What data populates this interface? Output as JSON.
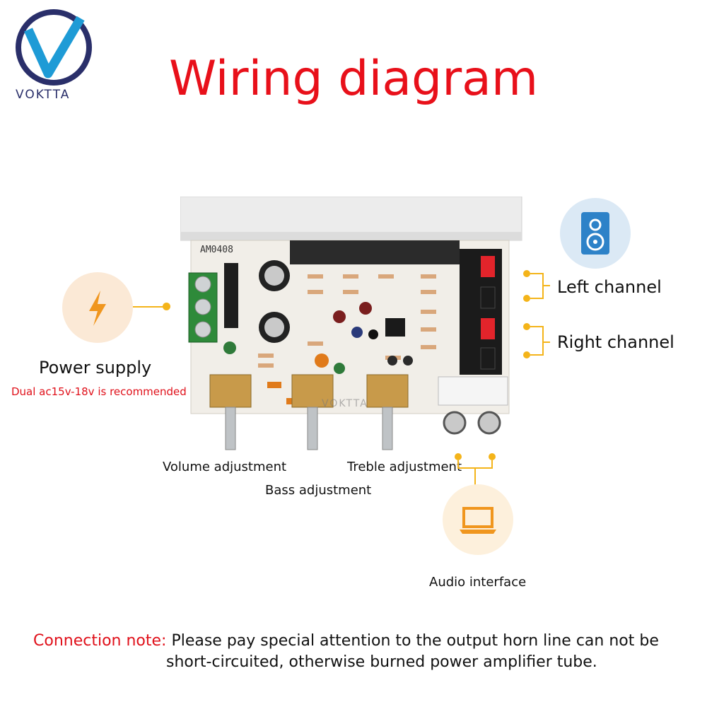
{
  "brand": {
    "name": "VOKTTA"
  },
  "title": "Wiring diagram",
  "board": {
    "model": "AM0408",
    "watermark": "VOKTTA"
  },
  "power": {
    "label": "Power supply",
    "note": "Dual ac15v-18v is recommended",
    "icon": "lightning-icon"
  },
  "channels": {
    "left": "Left channel",
    "right": "Right channel",
    "icon": "speaker-icon"
  },
  "controls": {
    "volume": "Volume adjustment",
    "bass": "Bass adjustment",
    "treble": "Treble adjustment"
  },
  "audio": {
    "label": "Audio interface",
    "icon": "laptop-icon"
  },
  "note": {
    "key": "Connection note:",
    "line1": "Please pay special attention to the output horn line can not be",
    "line2": "short-circuited, otherwise burned power amplifier tube."
  },
  "colors": {
    "accent": "#e8101a",
    "connector": "#f4b41a",
    "board": "#f1eee8",
    "heatsink": "#ededed"
  }
}
